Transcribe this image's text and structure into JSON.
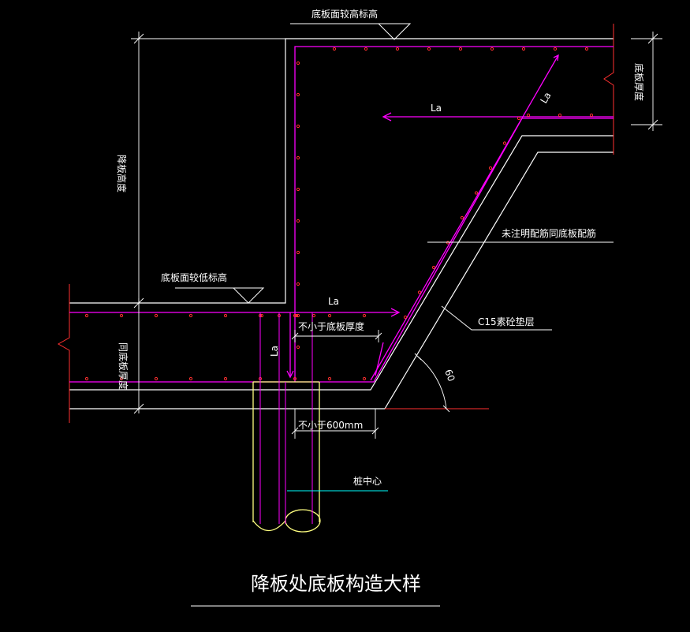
{
  "title": "降板处底板构造大样",
  "labels": {
    "top_elev": "底板面较高标高",
    "low_elev": "底板面较低标高",
    "drop_height": "降板高度",
    "slab_thick_right": "底板厚度",
    "slab_thick_left": "同底板厚度",
    "la_top": "La",
    "la_diag": "La",
    "la_bottom": "La",
    "la_vert": "La",
    "not_less_thick": "不小于底板厚度",
    "not_less_600": "不小于600mm",
    "rebar_note": "未注明配筋同底板配筋",
    "c15_note": "C15素砼垫层",
    "angle": "60",
    "pile_center": "桩中心"
  },
  "colors": {
    "background": "#000000",
    "line": "#ffffff",
    "rebar": "#ff00ff",
    "dot": "#ff3030",
    "pile": "#ffff80",
    "axis": "#00ffff",
    "break": "#ff3030"
  }
}
